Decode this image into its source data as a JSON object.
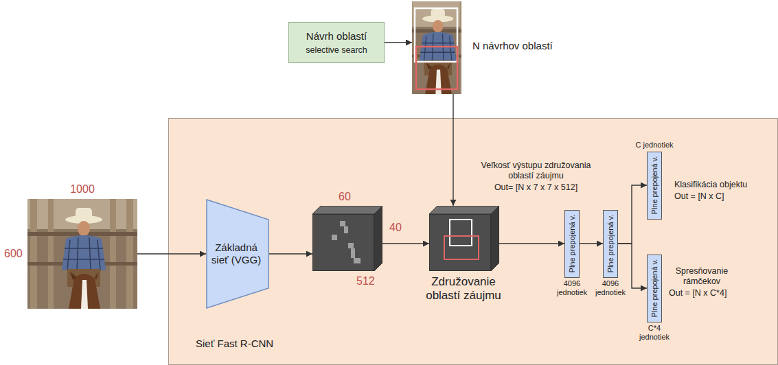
{
  "diagram": {
    "nodes": [
      {
        "text": [
          "Návrh oblastí",
          "selective search"
        ]
      },
      {
        "text": [
          "N návrhov oblastí"
        ]
      },
      {
        "text": [
          "1000",
          "600"
        ]
      },
      {
        "text": [
          "Sieť Fast R-CNN"
        ]
      },
      {
        "text": [
          "Základná sieť (VGG)"
        ],
        "in": 3
      },
      {
        "text": [
          "60",
          "40",
          "512"
        ],
        "in": 3
      },
      {
        "text": [
          "Združovanie oblastí záujmu"
        ],
        "in": 3
      },
      {
        "text": [
          "Plne prepojená v.",
          "4096 jednotiek"
        ],
        "in": 3
      },
      {
        "text": [
          "Plne prepojená v.",
          "4096 jednotiek"
        ],
        "in": 3
      },
      {
        "text": [
          "C jednotiek",
          "Plne prepojená v."
        ],
        "in": 3
      },
      {
        "text": [
          "Plne prepojená v.",
          "C*4 jednotiek"
        ],
        "in": 3
      }
    ],
    "edges": [
      {
        "from": 0,
        "to": 1,
        "arrow": "to"
      },
      {
        "from": 1,
        "to": 6,
        "arrow": "to"
      },
      {
        "from": 2,
        "to": 4,
        "arrow": "to"
      },
      {
        "from": 4,
        "to": 5,
        "arrow": "to"
      },
      {
        "from": 5,
        "to": 6,
        "arrow": "to"
      },
      {
        "from": 6,
        "to": 7,
        "arrow": "to"
      },
      {
        "from": 7,
        "to": 8,
        "arrow": "to"
      },
      {
        "from": 8,
        "to": 9,
        "arrow": "to"
      },
      {
        "from": 8,
        "to": 10,
        "arrow": "to"
      }
    ],
    "labels": [
      "Veľkosť výstupu združovania oblastí záujmu",
      "Out= [N x 7 x 7 x 512]",
      "Klasifikácia objektu",
      "Out = [N x C]",
      "Spresňovanie rámčekov",
      "Out = [N x C*4]"
    ]
  }
}
